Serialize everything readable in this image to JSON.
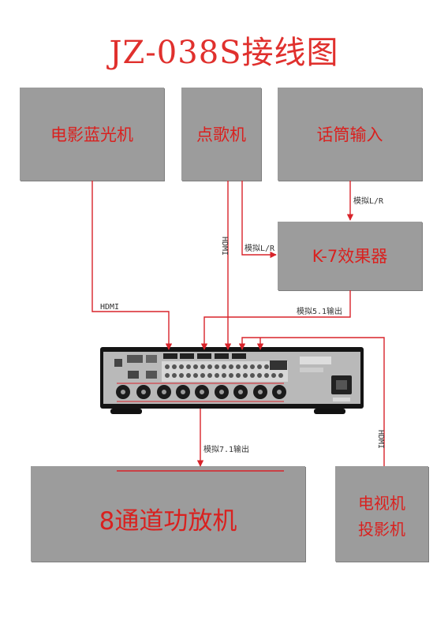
{
  "title": "JZ-038S接线图",
  "colors": {
    "accent": "#e0302d",
    "box": "#9c9c9c",
    "wire": "#d8232a"
  },
  "devices": {
    "bluray": "电影蓝光机",
    "karaoke": "点歌机",
    "mic": "话筒输入",
    "effects": "K-7效果器",
    "amp": "8通道功放机",
    "tv_line1": "电视机",
    "tv_line2": "投影机"
  },
  "signals": {
    "hdmi_bluray": "HDMI",
    "hdmi_karaoke": "HDMI",
    "analog_lr_mic": "模拟L/R",
    "analog_lr_karaoke": "模拟L/R",
    "analog_51": "模拟5.1输出",
    "analog_71": "模拟7.1输出",
    "hdmi_tv": "HDMI"
  }
}
